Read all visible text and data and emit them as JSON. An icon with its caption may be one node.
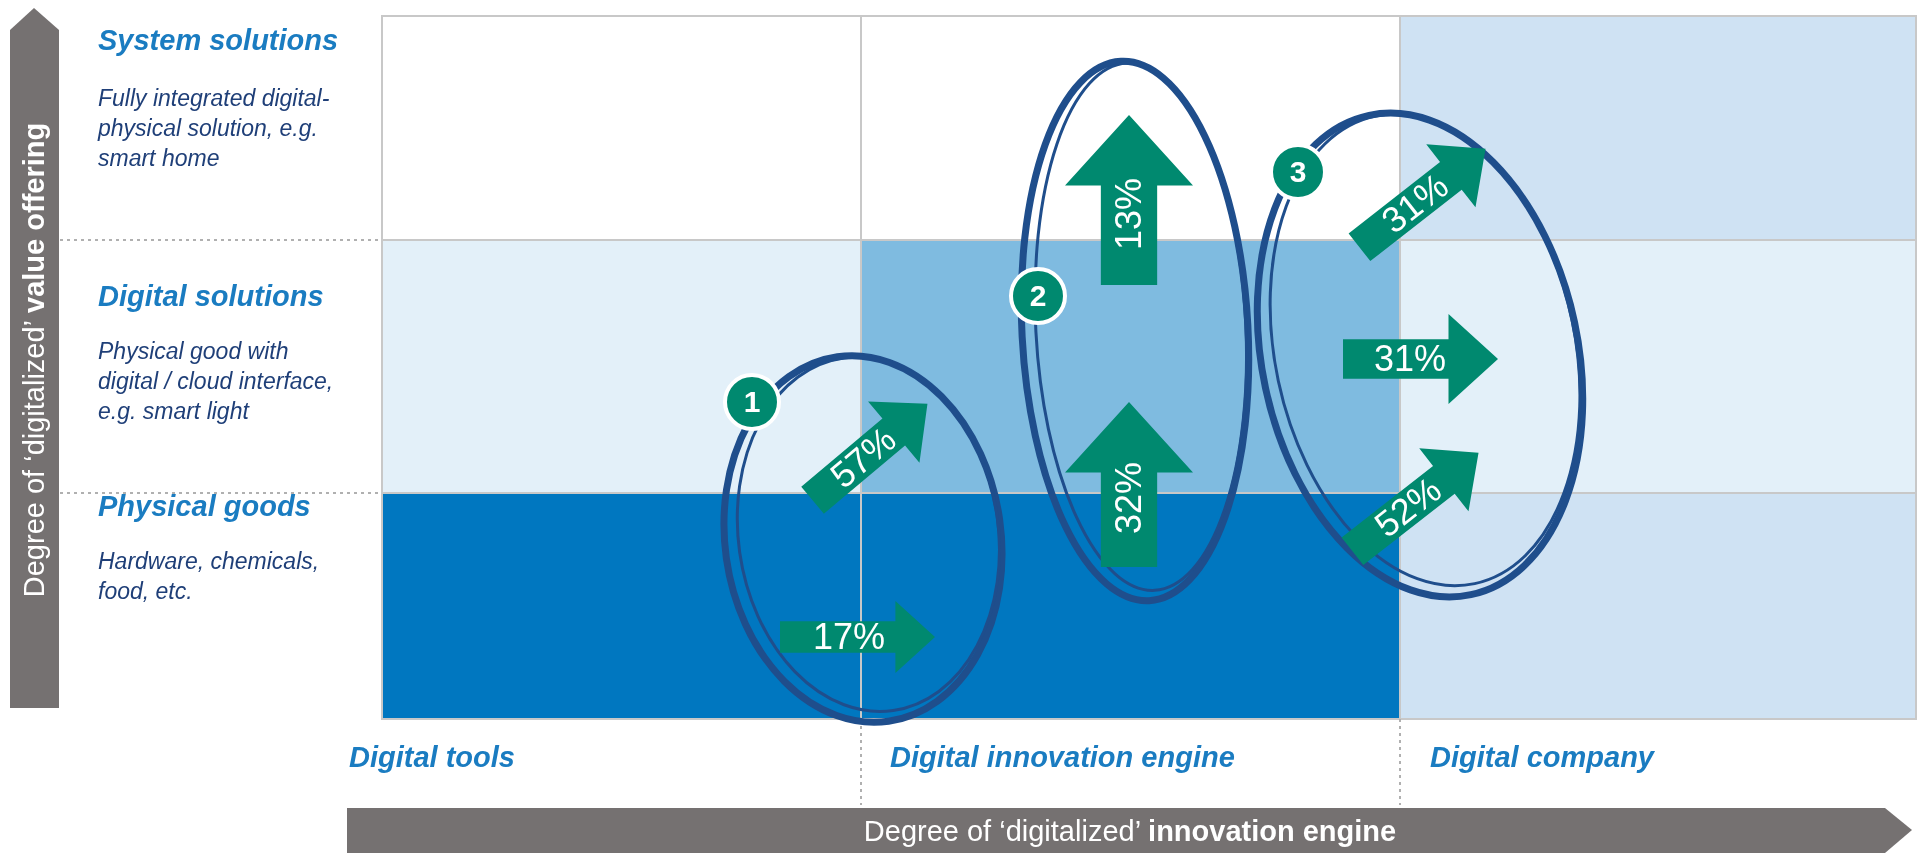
{
  "diagram": {
    "nodes": [
      {
        "text": [
          "1"
        ]
      },
      {
        "text": [
          "57%"
        ]
      },
      {
        "text": [
          "17%"
        ]
      },
      {
        "text": [
          "2"
        ]
      },
      {
        "text": [
          "13%"
        ]
      },
      {
        "text": [
          "32%"
        ]
      },
      {
        "text": [
          "3"
        ]
      },
      {
        "text": [
          "31%"
        ]
      },
      {
        "text": [
          "31%"
        ]
      },
      {
        "text": [
          "52%"
        ]
      }
    ],
    "labels": [
      "System solutions",
      "Fully integrated digital-physical solution, e.g. smart home",
      "Digital solutions",
      "Physical good with digital / cloud interface, e.g. smart light",
      "Physical goods",
      "Hardware, chemicals, food, etc.",
      "Digital tools",
      "Digital innovation engine",
      "Digital company",
      "Degree of ‘digitalized’ **value offering**",
      "Degree of ‘digitalized’ **innovation engine**"
    ]
  }
}
